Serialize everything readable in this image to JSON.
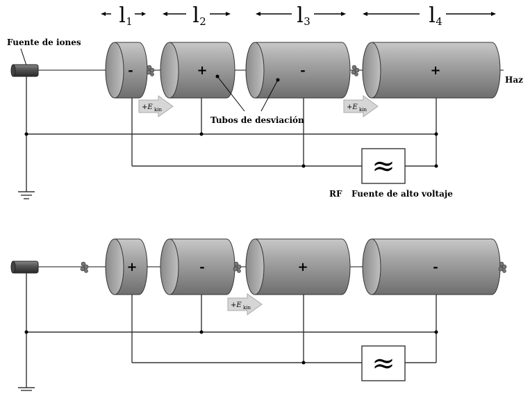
{
  "section_labels": {
    "l1": "l",
    "l1_sub": "1",
    "l2": "l",
    "l2_sub": "2",
    "l3": "l",
    "l3_sub": "3",
    "l4": "l",
    "l4_sub": "4"
  },
  "labels": {
    "ion_source": "Fuente de iones",
    "beam": "Haz",
    "drift_tubes": "Tubos de desviación",
    "rf": "RF",
    "hv_source": "Fuente de alto voltaje",
    "ekin_prefix": "+E",
    "ekin_sub": "kin",
    "ac_symbol": "≈"
  },
  "top_diagram": {
    "tube_signs": [
      "-",
      "+",
      "-",
      "+"
    ]
  },
  "bottom_diagram": {
    "tube_signs": [
      "+",
      "-",
      "+",
      "-"
    ]
  },
  "colors": {
    "tube_body": "#9a9a9a",
    "tube_face": "#b4b4b4",
    "wire": "#333333",
    "beam_line": "#888888",
    "arrow_fill": "#d6d6d6"
  }
}
